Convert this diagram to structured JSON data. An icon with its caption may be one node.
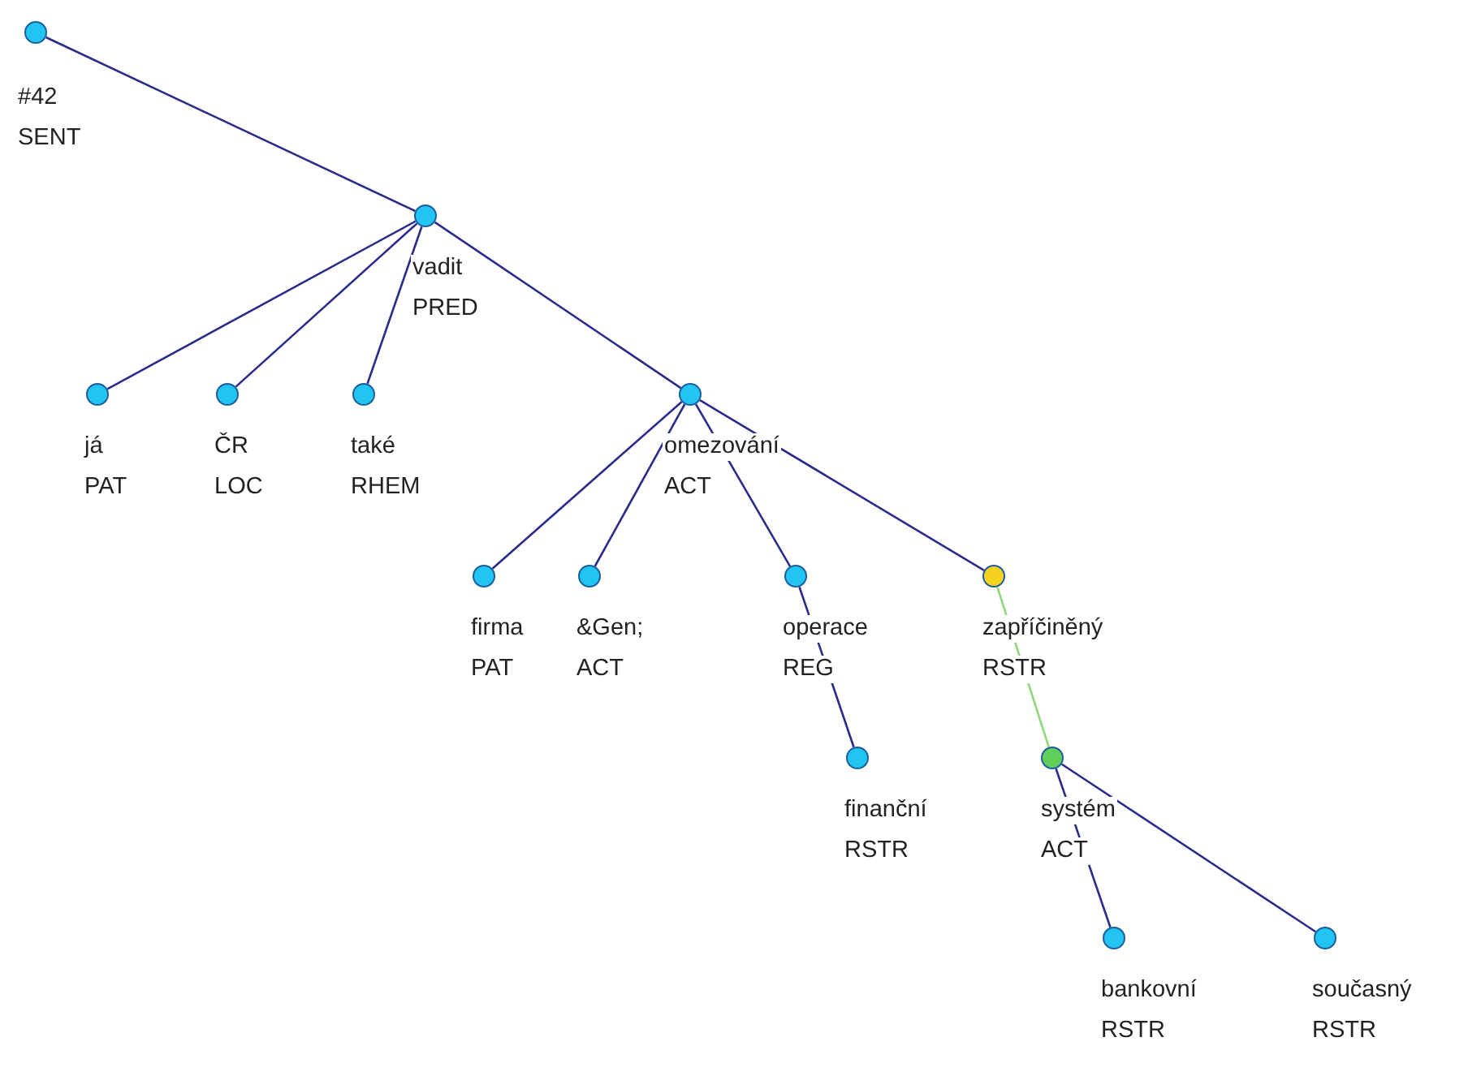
{
  "diagram": {
    "nodes": [
      {
        "text": [],
        "shape": "circle",
        "beside": [
          "#42",
          "SENT"
        ]
      },
      {
        "text": [],
        "shape": "circle",
        "beside": [
          "vadit",
          "PRED"
        ]
      },
      {
        "text": [],
        "shape": "circle",
        "beside": [
          "já",
          "PAT"
        ]
      },
      {
        "text": [],
        "shape": "circle",
        "beside": [
          "ČR",
          "LOC"
        ]
      },
      {
        "text": [],
        "shape": "circle",
        "beside": [
          "také",
          "RHEM"
        ]
      },
      {
        "text": [],
        "shape": "circle",
        "beside": [
          "omezování",
          "ACT"
        ]
      },
      {
        "text": [],
        "shape": "circle",
        "beside": [
          "firma",
          "PAT"
        ]
      },
      {
        "text": [],
        "shape": "circle",
        "beside": [
          "&Gen;",
          "ACT"
        ]
      },
      {
        "text": [],
        "shape": "circle",
        "beside": [
          "operace",
          "REG"
        ]
      },
      {
        "text": [],
        "shape": "circle",
        "beside": [
          "zapříčiněný",
          "RSTR"
        ]
      },
      {
        "text": [],
        "shape": "circle",
        "beside": [
          "finanční",
          "RSTR"
        ]
      },
      {
        "text": [],
        "shape": "circle",
        "beside": [
          "systém",
          "ACT"
        ]
      },
      {
        "text": [],
        "shape": "circle",
        "beside": [
          "bankovní",
          "RSTR"
        ]
      },
      {
        "text": [],
        "shape": "circle",
        "beside": [
          "současný",
          "RSTR"
        ]
      }
    ],
    "edges": [
      {
        "from": 0,
        "to": 1,
        "arrow": "none"
      },
      {
        "from": 1,
        "to": 2,
        "arrow": "none"
      },
      {
        "from": 1,
        "to": 3,
        "arrow": "none"
      },
      {
        "from": 1,
        "to": 4,
        "arrow": "none"
      },
      {
        "from": 1,
        "to": 5,
        "arrow": "none"
      },
      {
        "from": 5,
        "to": 6,
        "arrow": "none"
      },
      {
        "from": 5,
        "to": 7,
        "arrow": "none"
      },
      {
        "from": 5,
        "to": 8,
        "arrow": "none"
      },
      {
        "from": 5,
        "to": 9,
        "arrow": "none"
      },
      {
        "from": 8,
        "to": 10,
        "arrow": "none"
      },
      {
        "from": 9,
        "to": 11,
        "arrow": "none",
        "color": "#8fd77a"
      },
      {
        "from": 11,
        "to": 12,
        "arrow": "none"
      },
      {
        "from": 11,
        "to": 13,
        "arrow": "none"
      }
    ]
  }
}
